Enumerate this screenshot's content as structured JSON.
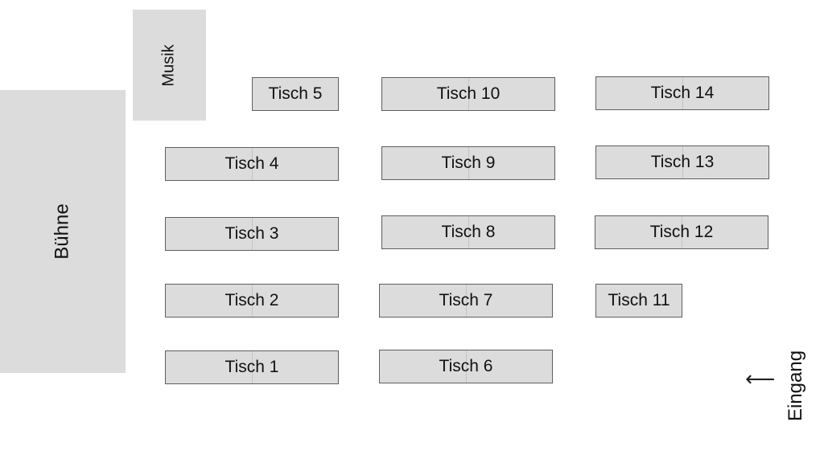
{
  "areas": {
    "stage": "Bühne",
    "music": "Musik"
  },
  "tables": [
    {
      "id": "t1",
      "label": "Tisch 1"
    },
    {
      "id": "t2",
      "label": "Tisch 2"
    },
    {
      "id": "t3",
      "label": "Tisch 3"
    },
    {
      "id": "t4",
      "label": "Tisch 4"
    },
    {
      "id": "t5",
      "label": "Tisch 5"
    },
    {
      "id": "t6",
      "label": "Tisch 6"
    },
    {
      "id": "t7",
      "label": "Tisch 7"
    },
    {
      "id": "t8",
      "label": "Tisch 8"
    },
    {
      "id": "t9",
      "label": "Tisch 9"
    },
    {
      "id": "t10",
      "label": "Tisch 10"
    },
    {
      "id": "t11",
      "label": "Tisch 11"
    },
    {
      "id": "t12",
      "label": "Tisch 12"
    },
    {
      "id": "t13",
      "label": "Tisch 13"
    },
    {
      "id": "t14",
      "label": "Tisch 14"
    }
  ],
  "entrance": {
    "label": "Eingang",
    "arrow_icon": "arrow-left-icon"
  },
  "colors": {
    "area_fill": "#dcdcdc",
    "table_fill": "#dcdcdc",
    "table_border": "#5e5e5e"
  }
}
